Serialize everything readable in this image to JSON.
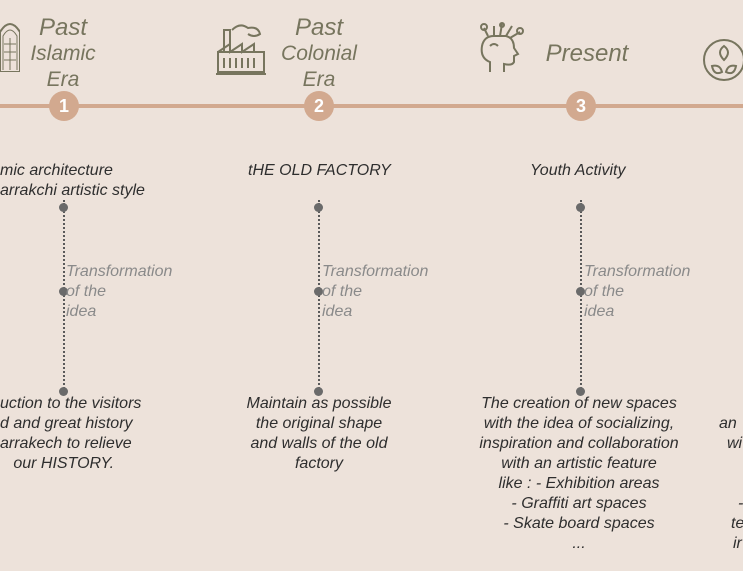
{
  "eras": [
    {
      "line1": "Past",
      "line2": "Islamic",
      "line3": "Era",
      "number": "1"
    },
    {
      "line1": "Past",
      "line2": "Colonial",
      "line3": "Era",
      "number": "2"
    },
    {
      "line1": "Present",
      "number": "3"
    }
  ],
  "columns": [
    {
      "heading_lines": [
        "mic architecture",
        "arrakchi artistic style"
      ],
      "transformation": "Transformation\nof the\nidea",
      "description": "uction to the visitors\nd and great history\narrakech to relieve\n   our HISTORY."
    },
    {
      "heading": "tHE OLD FACTORY",
      "transformation": "Transformation\nof the\nidea",
      "description": "Maintain as possible\nthe original shape\nand walls of the old\nfactory"
    },
    {
      "heading": "Youth Activity",
      "transformation": "Transformation\nof the\nidea",
      "description": "The creation of new spaces\nwith the idea of socializing,\ninspiration and collaboration\nwith an artistic feature\nlike : - Exhibition areas\n- Graffiti art spaces\n- Skate board spaces\n..."
    },
    {
      "description_fragments": [
        "an",
        "wi",
        "-",
        "te",
        "ir"
      ]
    }
  ],
  "colors": {
    "background": "#ede2da",
    "timeline": "#d2a98f",
    "era_text": "#77755e"
  },
  "icons": [
    "islamic-window-icon",
    "factory-icon",
    "head-with-ideas-icon",
    "recycle-leaves-icon"
  ]
}
